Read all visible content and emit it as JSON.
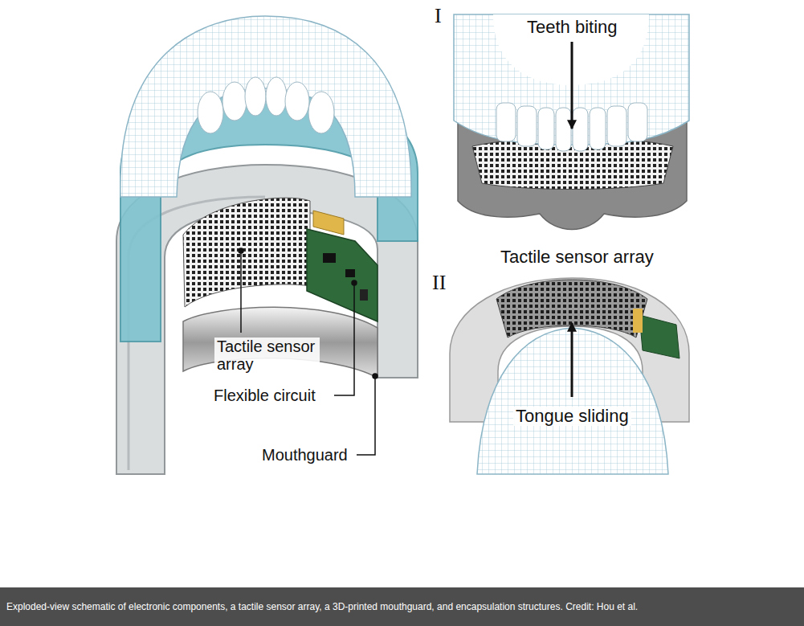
{
  "diagram": {
    "caption": "Exploded-view schematic of electronic components, a tactile sensor array, a 3D-printed mouthguard, and encapsulation structures. Credit: Hou et al.",
    "labels": [
      "I",
      "Teeth biting",
      "Tactile sensor array",
      "II",
      "Tactile sensor array",
      "Flexible circuit",
      "Mouthguard",
      "Tongue sliding"
    ]
  }
}
